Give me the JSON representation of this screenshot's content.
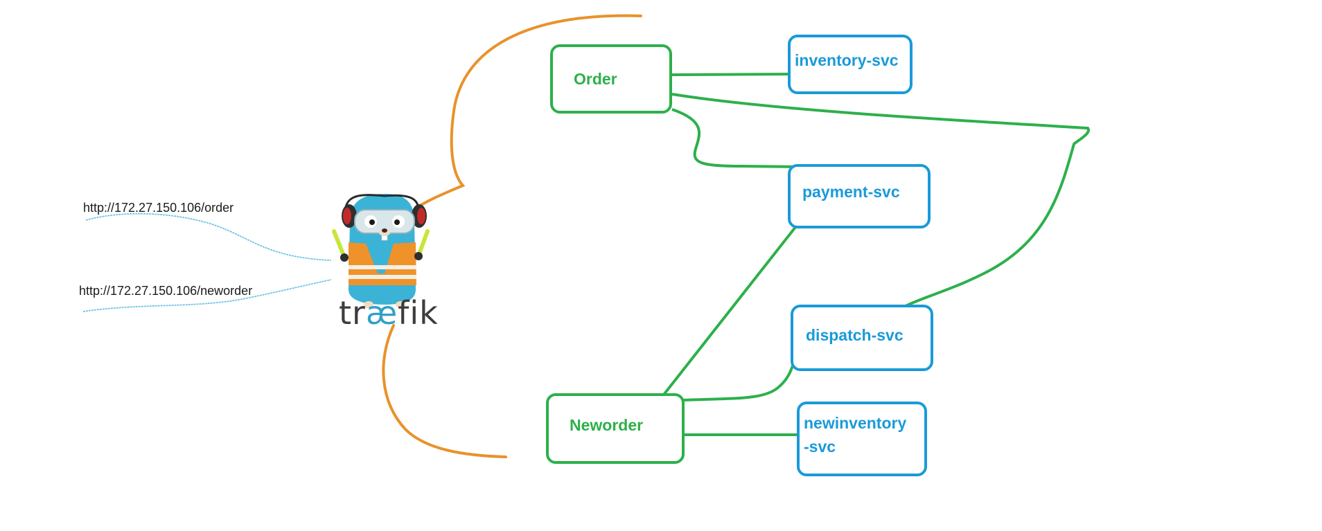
{
  "routes": [
    {
      "url": "http://172.27.150.106/order"
    },
    {
      "url": "http://172.27.150.106/neworder"
    }
  ],
  "proxy": {
    "logo_text_before": "tr",
    "logo_text_ae": "æ",
    "logo_text_after": "fik",
    "icon": "gopher-mascot-icon"
  },
  "apps": {
    "order": {
      "label": "Order"
    },
    "neworder": {
      "label": "Neworder"
    }
  },
  "services": {
    "inventory": {
      "label": "inventory-svc"
    },
    "payment": {
      "label": "payment-svc"
    },
    "dispatch": {
      "label": "dispatch-svc"
    },
    "newinventory": {
      "line1": "newinventory",
      "line2": "-svc"
    }
  },
  "colors": {
    "app_green": "#2db04b",
    "svc_blue": "#1a9ad9",
    "brace_orange": "#e8922b",
    "route_line_blue": "#6fc3e6",
    "logo_text": "#3d3d3d"
  }
}
